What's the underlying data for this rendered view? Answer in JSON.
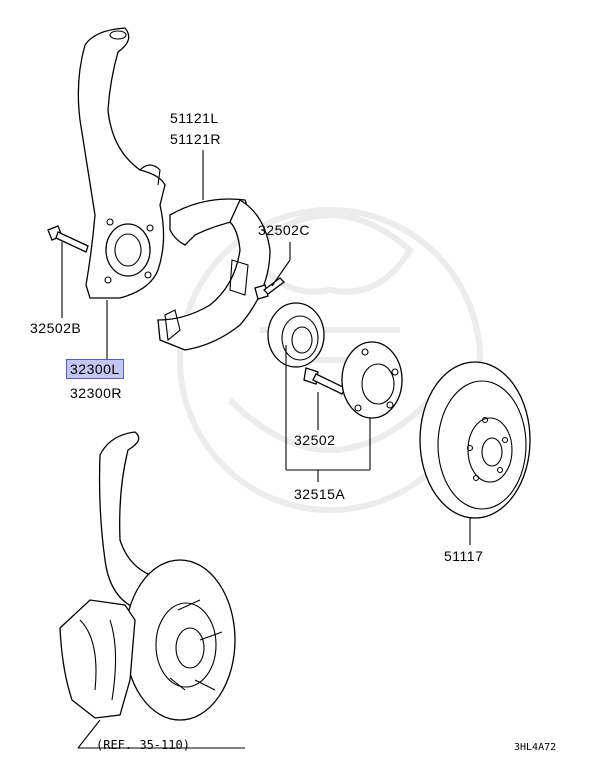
{
  "labels": {
    "splash_shield_l": "51121L",
    "splash_shield_r": "51121R",
    "bolt_upper": "32502C",
    "bolt_left": "32502B",
    "knuckle_l": "32300L",
    "knuckle_r": "32300R",
    "hub_bolt": "32502",
    "hub_assy": "32515A",
    "rotor": "51117"
  },
  "reference": "(REF. 35-110)",
  "diagram_code": "3HL4A72",
  "highlight_color": "#c2c7ef"
}
